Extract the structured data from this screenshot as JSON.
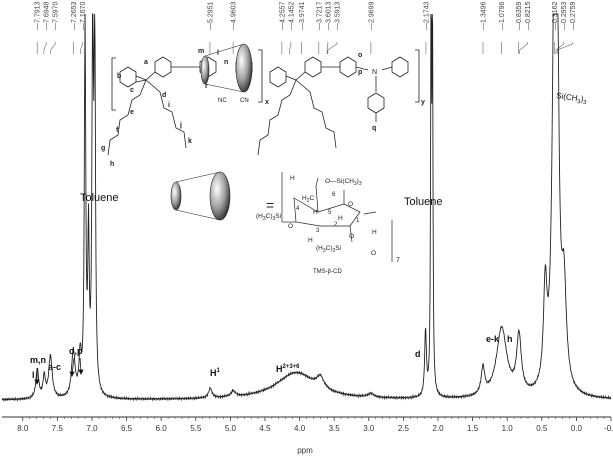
{
  "chart_data": {
    "type": "line",
    "xlabel": "ppm",
    "xlim": [
      8.3,
      -0.5
    ],
    "x_reversed": true,
    "ticks": [
      "8.0",
      "7.5",
      "7.0",
      "6.5",
      "6.0",
      "5.5",
      "5.0",
      "4.5",
      "4.0",
      "3.5",
      "3.0",
      "2.5",
      "2.0",
      "1.5",
      "1.0",
      "0.5",
      "0.0",
      "-0.5"
    ],
    "tick_values": [
      8.0,
      7.5,
      7.0,
      6.5,
      6.0,
      5.5,
      5.0,
      4.5,
      4.0,
      3.5,
      3.0,
      2.5,
      2.0,
      1.5,
      1.0,
      0.5,
      0.0,
      -0.5
    ],
    "peak_list": [
      {
        "label": "7.7913",
        "x": 7.7913
      },
      {
        "label": "7.6948",
        "x": 7.6948
      },
      {
        "label": "7.5970",
        "x": 7.597
      },
      {
        "label": "7.2653",
        "x": 7.2653
      },
      {
        "label": "7.1670",
        "x": 7.167
      },
      {
        "label": "5.2951",
        "x": 5.2951
      },
      {
        "label": "4.9603",
        "x": 4.9603
      },
      {
        "label": "4.2557",
        "x": 4.2557
      },
      {
        "label": "4.1452",
        "x": 4.1452
      },
      {
        "label": "3.9741",
        "x": 3.9741
      },
      {
        "label": "3.7217",
        "x": 3.7217
      },
      {
        "label": "3.6013",
        "x": 3.6013
      },
      {
        "label": "3.5913",
        "x": 3.5913
      },
      {
        "label": "2.9699",
        "x": 2.9699
      },
      {
        "label": "2.1743",
        "x": 2.1743
      },
      {
        "label": "1.3496",
        "x": 1.3496
      },
      {
        "label": "1.0796",
        "x": 1.0796
      },
      {
        "label": "0.8359",
        "x": 0.8359
      },
      {
        "label": "0.8215",
        "x": 0.8215
      },
      {
        "label": "0.3162",
        "x": 0.3162
      },
      {
        "label": "0.2953",
        "x": 0.2953
      },
      {
        "label": "0.2759",
        "x": 0.2759
      }
    ],
    "spectrum": {
      "baseline": 0,
      "peaks": [
        {
          "x": 7.79,
          "h": 0.075,
          "w": 0.025
        },
        {
          "x": 7.69,
          "h": 0.055,
          "w": 0.02
        },
        {
          "x": 7.6,
          "h": 0.11,
          "w": 0.03
        },
        {
          "x": 7.27,
          "h": 0.12,
          "w": 0.03
        },
        {
          "x": 7.17,
          "h": 0.1,
          "w": 0.02
        },
        {
          "x": 7.1,
          "h": 0.97,
          "w": 0.012
        },
        {
          "x": 7.05,
          "h": 0.4,
          "w": 0.012
        },
        {
          "x": 6.99,
          "h": 0.97,
          "w": 0.012
        },
        {
          "x": 6.96,
          "h": 0.95,
          "w": 0.012
        },
        {
          "x": 5.29,
          "h": 0.025,
          "w": 0.03
        },
        {
          "x": 4.96,
          "h": 0.015,
          "w": 0.04
        },
        {
          "x": 4.05,
          "h": 0.07,
          "w": 0.35
        },
        {
          "x": 3.7,
          "h": 0.03,
          "w": 0.06
        },
        {
          "x": 2.97,
          "h": 0.01,
          "w": 0.05
        },
        {
          "x": 2.18,
          "h": 0.17,
          "w": 0.015
        },
        {
          "x": 2.1,
          "h": 0.97,
          "w": 0.008
        },
        {
          "x": 2.08,
          "h": 0.97,
          "w": 0.008
        },
        {
          "x": 1.35,
          "h": 0.07,
          "w": 0.03
        },
        {
          "x": 1.08,
          "h": 0.18,
          "w": 0.09
        },
        {
          "x": 0.83,
          "h": 0.15,
          "w": 0.04
        },
        {
          "x": 0.45,
          "h": 0.25,
          "w": 0.03
        },
        {
          "x": 0.32,
          "h": 0.92,
          "w": 0.035
        },
        {
          "x": 0.28,
          "h": 0.88,
          "w": 0.03
        },
        {
          "x": 0.18,
          "h": 0.25,
          "w": 0.04
        }
      ]
    },
    "annotations": {
      "toluene_left": "Toluene",
      "toluene_right": "Toluene",
      "m_n": "m,n",
      "l": "l",
      "a_c": "a-c",
      "o_p": "o,p",
      "h1": "H",
      "h1_sup": "1",
      "h236": "H",
      "h236_sup": "2+3+6",
      "d": "d",
      "e_k": "e-k",
      "h": "h",
      "sime3": "Si(CH",
      "sime3_sub": "3",
      "sime3_close": ")",
      "sime3_sub2": "3"
    }
  },
  "structure": {
    "labels_polymer": {
      "a": "a",
      "b": "b",
      "c": "c",
      "d": "d",
      "e": "e",
      "f": "f",
      "g": "g",
      "h": "h",
      "i": "i",
      "j": "j",
      "k": "k",
      "l": "l",
      "m": "m",
      "n": "n",
      "r": "r",
      "o": "o",
      "p": "p",
      "q": "q",
      "x": "x",
      "y": "y",
      "nc": "NC",
      "cn": "CN",
      "N": "N"
    },
    "cd": {
      "eq": "=",
      "osime3_top": "O—Si(CH",
      "osime3_top_sub": "3",
      "osime3_top_close": ")",
      "osime3_top_sub2": "3",
      "h2c": "H",
      "h2c_sub": "2",
      "h2c_c": "C",
      "n6": "6",
      "n4": "4",
      "n5": "5",
      "n1": "1",
      "n2": "2",
      "n3": "3",
      "h_a": "H",
      "h_b": "H",
      "h_c": "H",
      "h_d": "H",
      "h_e": "H",
      "o_ring": "O",
      "o_a": "O",
      "o_b": "O",
      "o_c": "O",
      "h3csi_left": "(H",
      "h3csi_left_sub": "3",
      "h3csi_left_c": "C)",
      "h3csi_left_sub2": "3",
      "h3csi_left_si": "Si",
      "h3csi_bot": "(H",
      "h3csi_bot_sub": "3",
      "h3csi_bot_c": "C)",
      "h3csi_bot_sub2": "3",
      "h3csi_bot_si": "Si",
      "seven": "7",
      "name": "TMS-β-CD"
    }
  },
  "colors": {
    "spectrum": "#222222",
    "axis": "#333333",
    "peak_lines": "#666666"
  }
}
